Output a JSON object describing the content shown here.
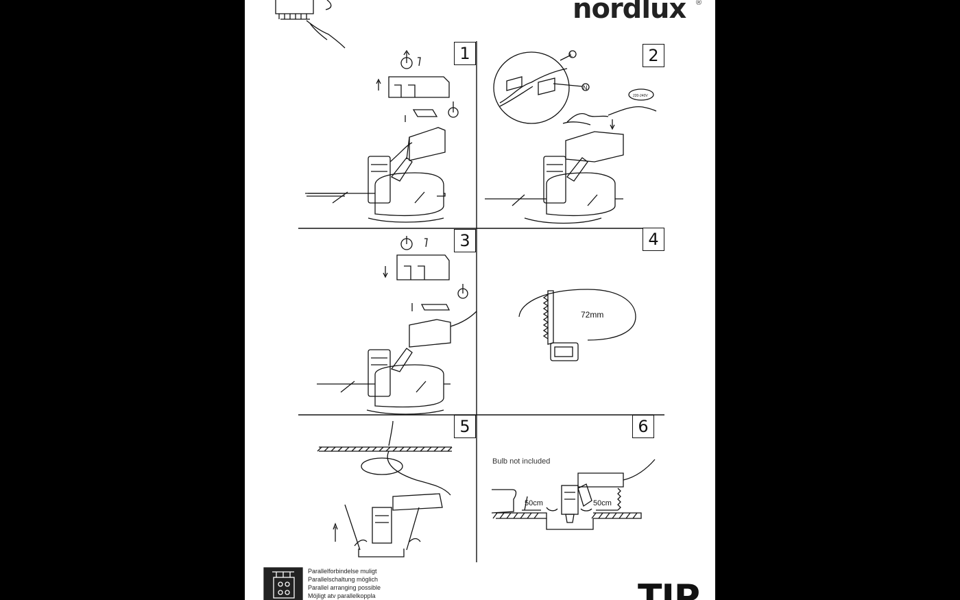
{
  "brand": {
    "name": "nordlux",
    "mark": "®"
  },
  "steps": [
    "1",
    "2",
    "3",
    "4",
    "5",
    "6"
  ],
  "labels": {
    "l_terminal": "L",
    "n_terminal": "N",
    "voltage": "220-240V",
    "cut_diameter": "72mm",
    "bulb_note": "Bulb not included",
    "clearance_left": "50cm",
    "clearance_right": "50cm"
  },
  "parallel_notes": [
    "Parallelforbindelse muligt",
    "Parallelschaltung möglich",
    "Parallel arranging possible",
    "Möjligt atv parallelkoppla"
  ],
  "footer_mark": "TIP"
}
